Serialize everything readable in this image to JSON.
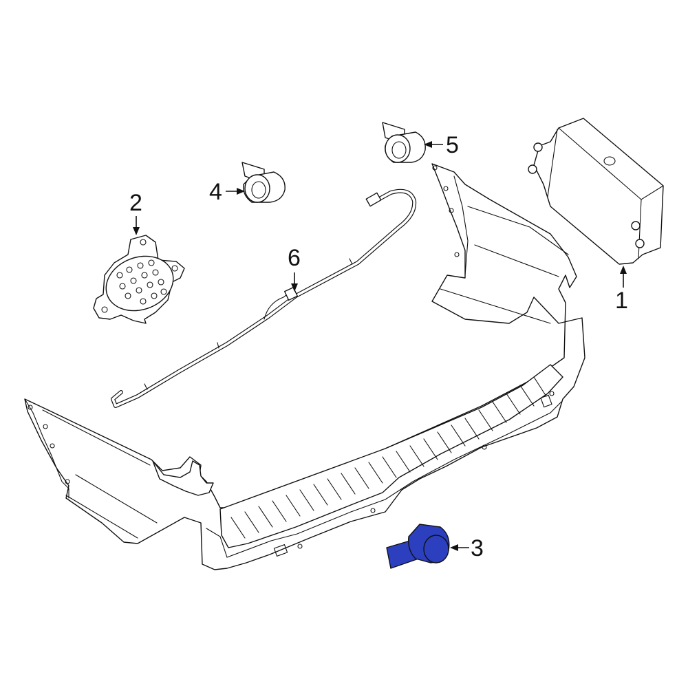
{
  "diagram": {
    "callouts": [
      "1",
      "2",
      "3",
      "4",
      "5",
      "6"
    ],
    "highlighted_callout": "3"
  },
  "colors": {
    "highlight": "#2b3fbf",
    "line": "#111111",
    "background": "#ffffff"
  }
}
